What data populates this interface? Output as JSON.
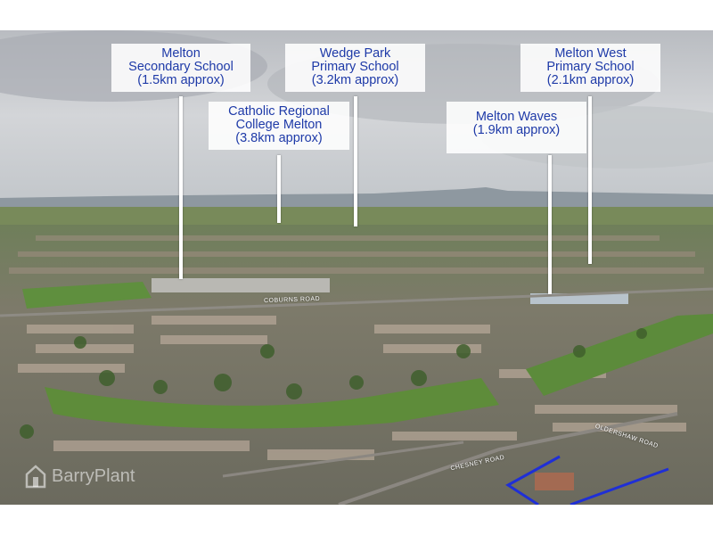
{
  "callouts": [
    {
      "lines": [
        "Melton",
        "Secondary School",
        "(1.5km approx)"
      ]
    },
    {
      "lines": [
        "Wedge Park",
        "Primary School",
        "(3.2km approx)"
      ]
    },
    {
      "lines": [
        "Melton West",
        "Primary School",
        "(2.1km approx)"
      ]
    },
    {
      "lines": [
        "Catholic Regional",
        "College Melton",
        "(3.8km approx)"
      ]
    },
    {
      "lines": [
        "Melton Waves",
        "(1.9km approx)"
      ]
    }
  ],
  "roads": {
    "coburns": "COBURNS ROAD",
    "chesney": "CHESNEY ROAD",
    "oldershaw": "OLDERSHAW ROAD"
  },
  "watermark": {
    "text": "BarryPlant",
    "icon": "house-logo-icon"
  },
  "colors": {
    "callout_text": "#1e3aa8",
    "boundary": "#1f2fd6",
    "sky": "#c9ccd0",
    "grass": "#5f8f3e"
  }
}
